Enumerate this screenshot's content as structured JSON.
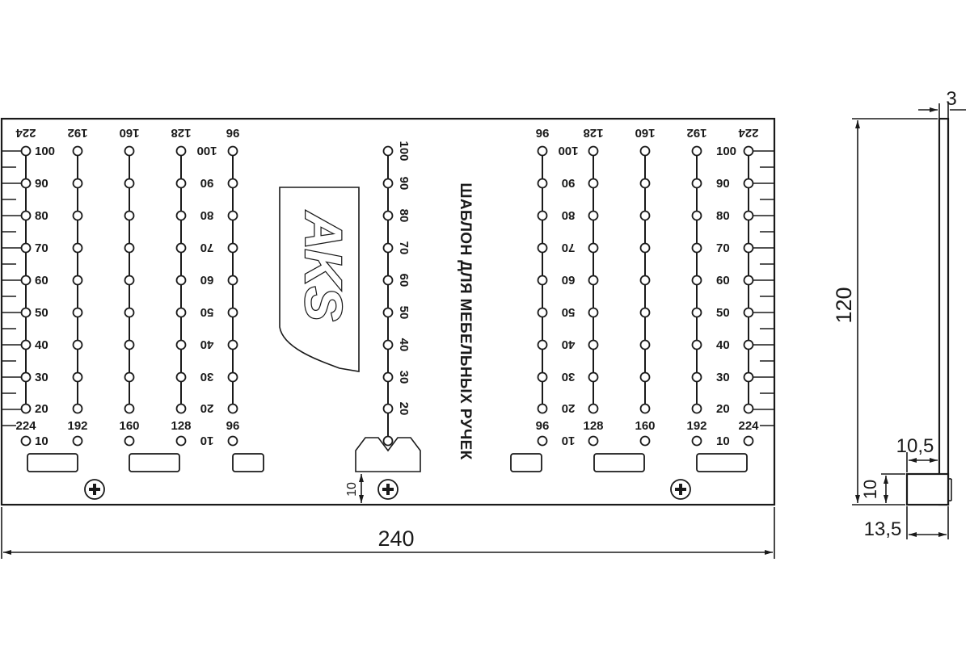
{
  "drawing": {
    "scale_values": [
      "100",
      "90",
      "80",
      "70",
      "60",
      "50",
      "40",
      "30",
      "20"
    ],
    "bottom_value": "10",
    "left_columns": [
      {
        "label": "224",
        "bottom_label": "224",
        "side": "right"
      },
      {
        "label": "192",
        "bottom_label": "192",
        "side": "none"
      },
      {
        "label": "160",
        "bottom_label": "160",
        "side": "none"
      },
      {
        "label": "128",
        "bottom_label": "128",
        "side": "left-mirrored"
      },
      {
        "label": "96",
        "bottom_label": "96",
        "side": "none"
      }
    ],
    "right_columns": [
      {
        "label": "96",
        "bottom_label": "96",
        "side": "right-mirrored"
      },
      {
        "label": "128",
        "bottom_label": "128",
        "side": "none"
      },
      {
        "label": "160",
        "bottom_label": "160",
        "side": "none"
      },
      {
        "label": "192",
        "bottom_label": "192",
        "side": "left"
      },
      {
        "label": "224",
        "bottom_label": "224",
        "side": "none"
      }
    ],
    "center_scale": [
      "100",
      "90",
      "80",
      "70",
      "60",
      "50",
      "40",
      "30",
      "20"
    ],
    "title": "ШАБЛОН ДЛЯ МЕБЕЛЬНЫХ РУЧЕК",
    "logo_text": "AKS",
    "dimensions": {
      "width": "240",
      "height": "120",
      "thickness": "3",
      "notch_height": "10",
      "step_width": "10,5",
      "step_height": "10",
      "base_width": "13,5"
    }
  },
  "colors": {
    "line": "#1a1a1a",
    "background": "#ffffff"
  }
}
